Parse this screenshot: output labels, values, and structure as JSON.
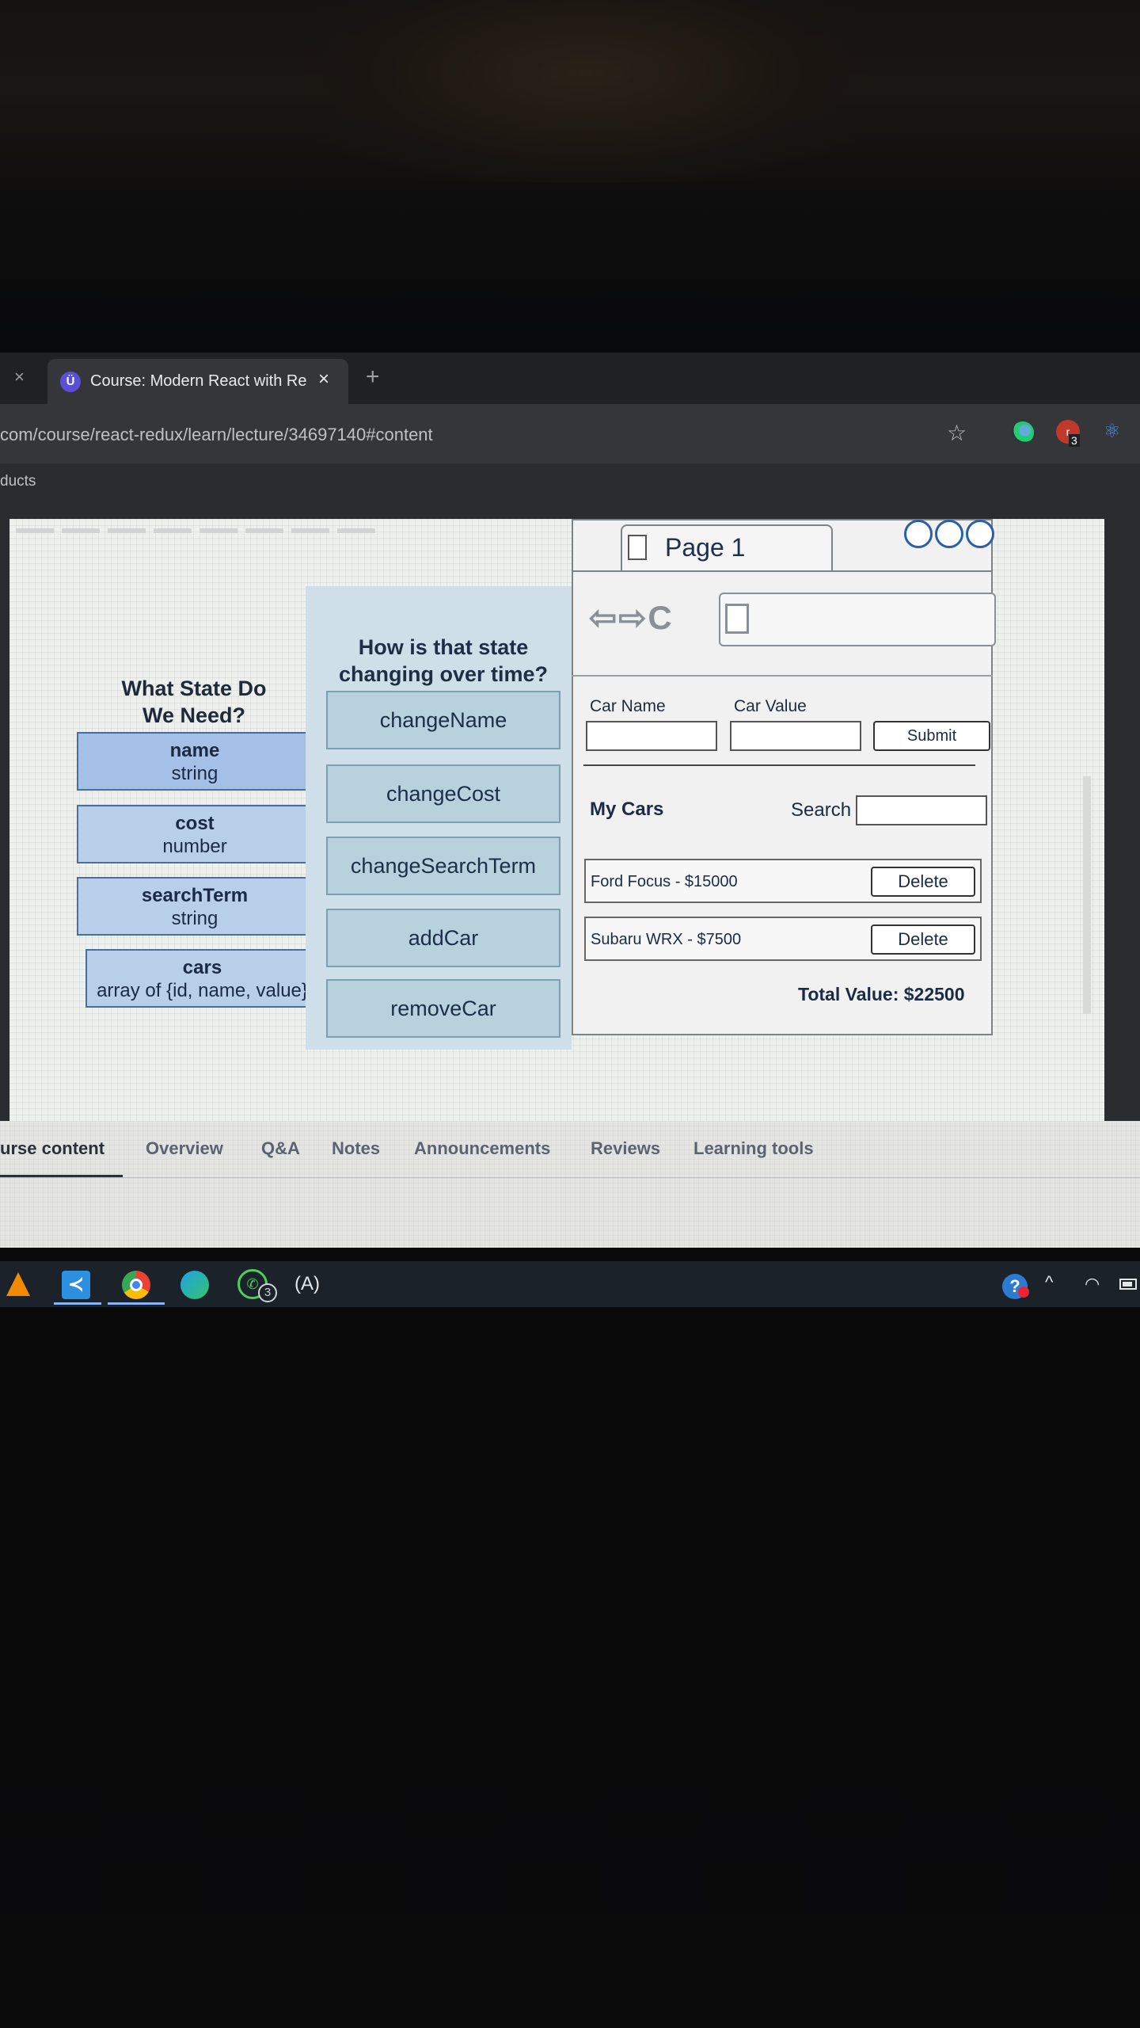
{
  "browser": {
    "tab_title": "Course: Modern React with Re",
    "tab_close": "×",
    "new_tab": "+",
    "url": "com/course/react-redux/learn/lecture/34697140#content",
    "bookmark_bar_text": "ducts",
    "ext_badge": "3"
  },
  "slide": {
    "left_heading": "What State Do We Need?",
    "state_items": [
      {
        "name": "name",
        "type": "string"
      },
      {
        "name": "cost",
        "type": "number"
      },
      {
        "name": "searchTerm",
        "type": "string"
      },
      {
        "name": "cars",
        "type": "array of {id, name, value}"
      }
    ],
    "mid_heading": "How is that state changing over time?",
    "functions": [
      "changeName",
      "changeCost",
      "changeSearchTerm",
      "addCar",
      "removeCar"
    ],
    "mock": {
      "page_title": "Page 1",
      "nav_glyphs": "⇦⇨C",
      "car_name_label": "Car Name",
      "car_value_label": "Car Value",
      "submit_label": "Submit",
      "my_cars_label": "My Cars",
      "search_label": "Search",
      "cars": [
        {
          "label": "Ford Focus - $15000",
          "delete_label": "Delete"
        },
        {
          "label": "Subaru WRX - $7500",
          "delete_label": "Delete"
        }
      ],
      "total_label": "Total Value: $22500"
    }
  },
  "course_tabs": [
    {
      "label": "urse content",
      "active": true
    },
    {
      "label": "Overview",
      "active": false
    },
    {
      "label": "Q&A",
      "active": false
    },
    {
      "label": "Notes",
      "active": false
    },
    {
      "label": "Announcements",
      "active": false
    },
    {
      "label": "Reviews",
      "active": false
    },
    {
      "label": "Learning tools",
      "active": false
    }
  ],
  "taskbar": {
    "whatsapp_badge": "3",
    "keyboard_glyph": "(A)",
    "icons": [
      "vlc-icon",
      "vscode-icon",
      "chrome-icon",
      "edge-icon",
      "whatsapp-icon",
      "help-icon",
      "chevron-up-icon",
      "wifi-icon",
      "battery-icon"
    ]
  }
}
